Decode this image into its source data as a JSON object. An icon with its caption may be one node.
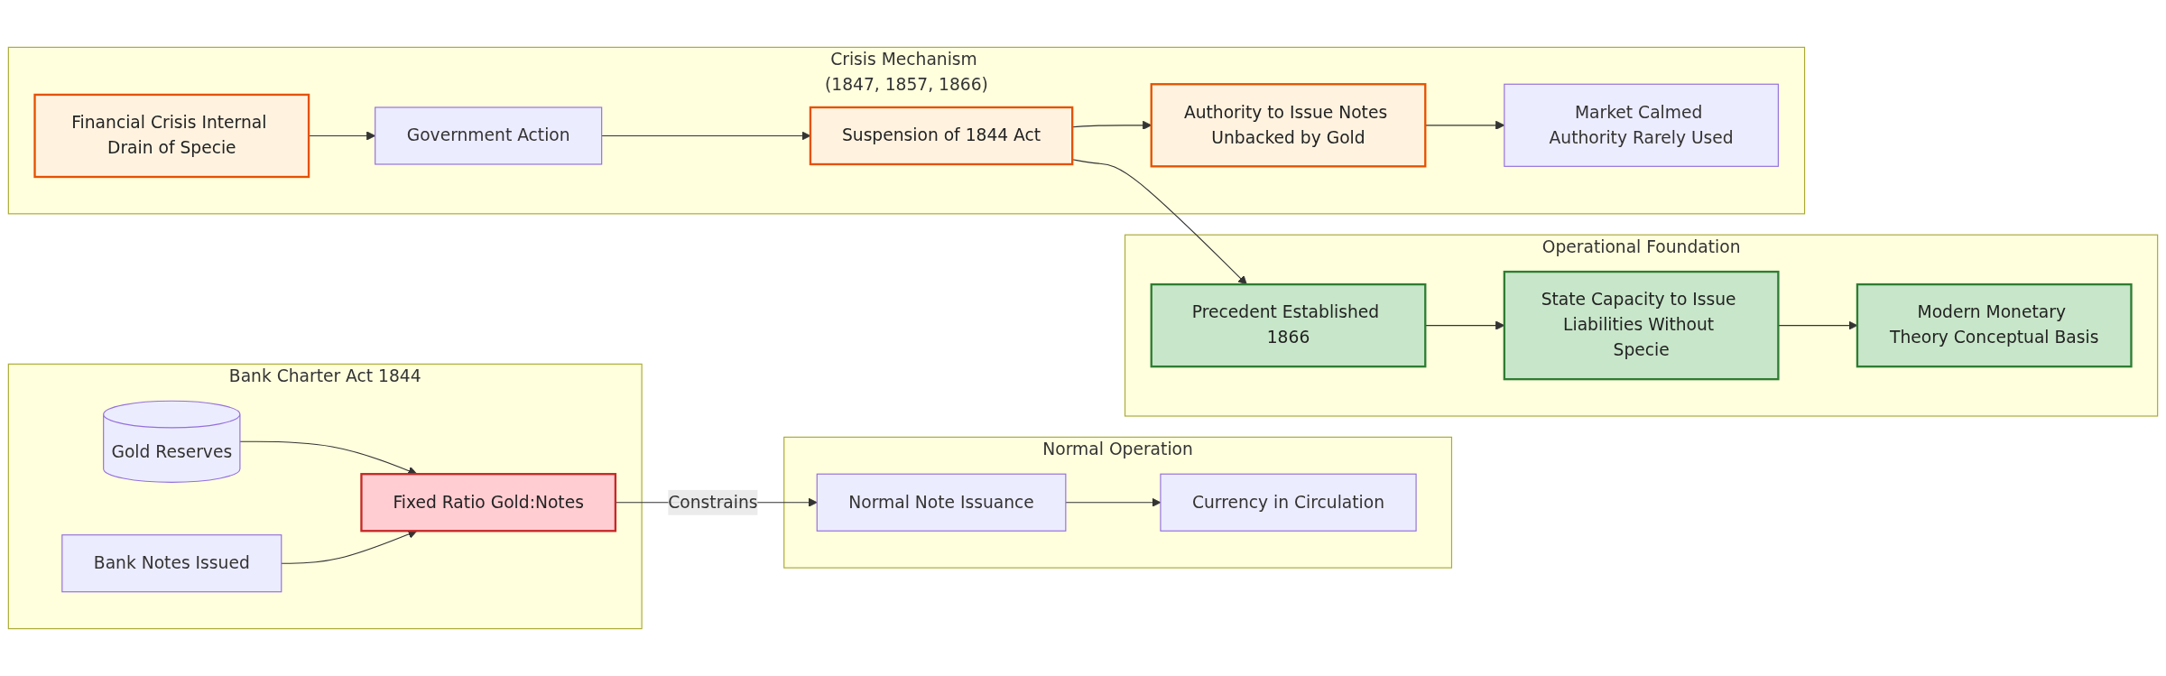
{
  "diagram": {
    "nodes": [
      {
        "text": [
          "Bank Charter Act 1844"
        ]
      },
      {
        "text": [
          "Gold Reserves"
        ],
        "in": 0
      },
      {
        "text": [
          "Bank Notes Issued"
        ],
        "in": 0
      },
      {
        "text": [
          "Fixed Ratio Gold:Notes"
        ],
        "in": 0
      },
      {
        "text": [
          "Normal Operation"
        ]
      },
      {
        "text": [
          "Normal Note Issuance"
        ],
        "in": 4
      },
      {
        "text": [
          "Currency in Circulation"
        ],
        "in": 4
      },
      {
        "text": [
          "Crisis Mechanism (1847, 1857, 1866)"
        ]
      },
      {
        "text": [
          "Financial Crisis Internal Drain of Specie"
        ],
        "in": 7
      },
      {
        "text": [
          "Government Action"
        ],
        "in": 7
      },
      {
        "text": [
          "Suspension of 1844 Act"
        ],
        "in": 7
      },
      {
        "text": [
          "Authority to Issue Notes Unbacked by Gold"
        ],
        "in": 7
      },
      {
        "text": [
          "Market Calmed Authority Rarely Used"
        ],
        "in": 7
      },
      {
        "text": [
          "Operational Foundation"
        ]
      },
      {
        "text": [
          "Precedent Established 1866"
        ],
        "in": 13
      },
      {
        "text": [
          "State Capacity to Issue Liabilities Without Specie"
        ],
        "in": 13
      },
      {
        "text": [
          "Modern Monetary Theory Conceptual Basis"
        ],
        "in": 13
      }
    ],
    "edges": [
      {
        "from": 1,
        "to": 3,
        "arrow": "to"
      },
      {
        "from": 2,
        "to": 3,
        "arrow": "to"
      },
      {
        "from": 3,
        "to": 5,
        "arrow": "to",
        "label": "Constrains"
      },
      {
        "from": 5,
        "to": 6,
        "arrow": "to"
      },
      {
        "from": 8,
        "to": 9,
        "arrow": "to"
      },
      {
        "from": 9,
        "to": 10,
        "arrow": "to"
      },
      {
        "from": 10,
        "to": 11,
        "arrow": "to"
      },
      {
        "from": 11,
        "to": 12,
        "arrow": "to"
      },
      {
        "from": 10,
        "to": 14,
        "arrow": "to"
      },
      {
        "from": 14,
        "to": 15,
        "arrow": "to"
      },
      {
        "from": 15,
        "to": 16,
        "arrow": "to"
      }
    ]
  }
}
